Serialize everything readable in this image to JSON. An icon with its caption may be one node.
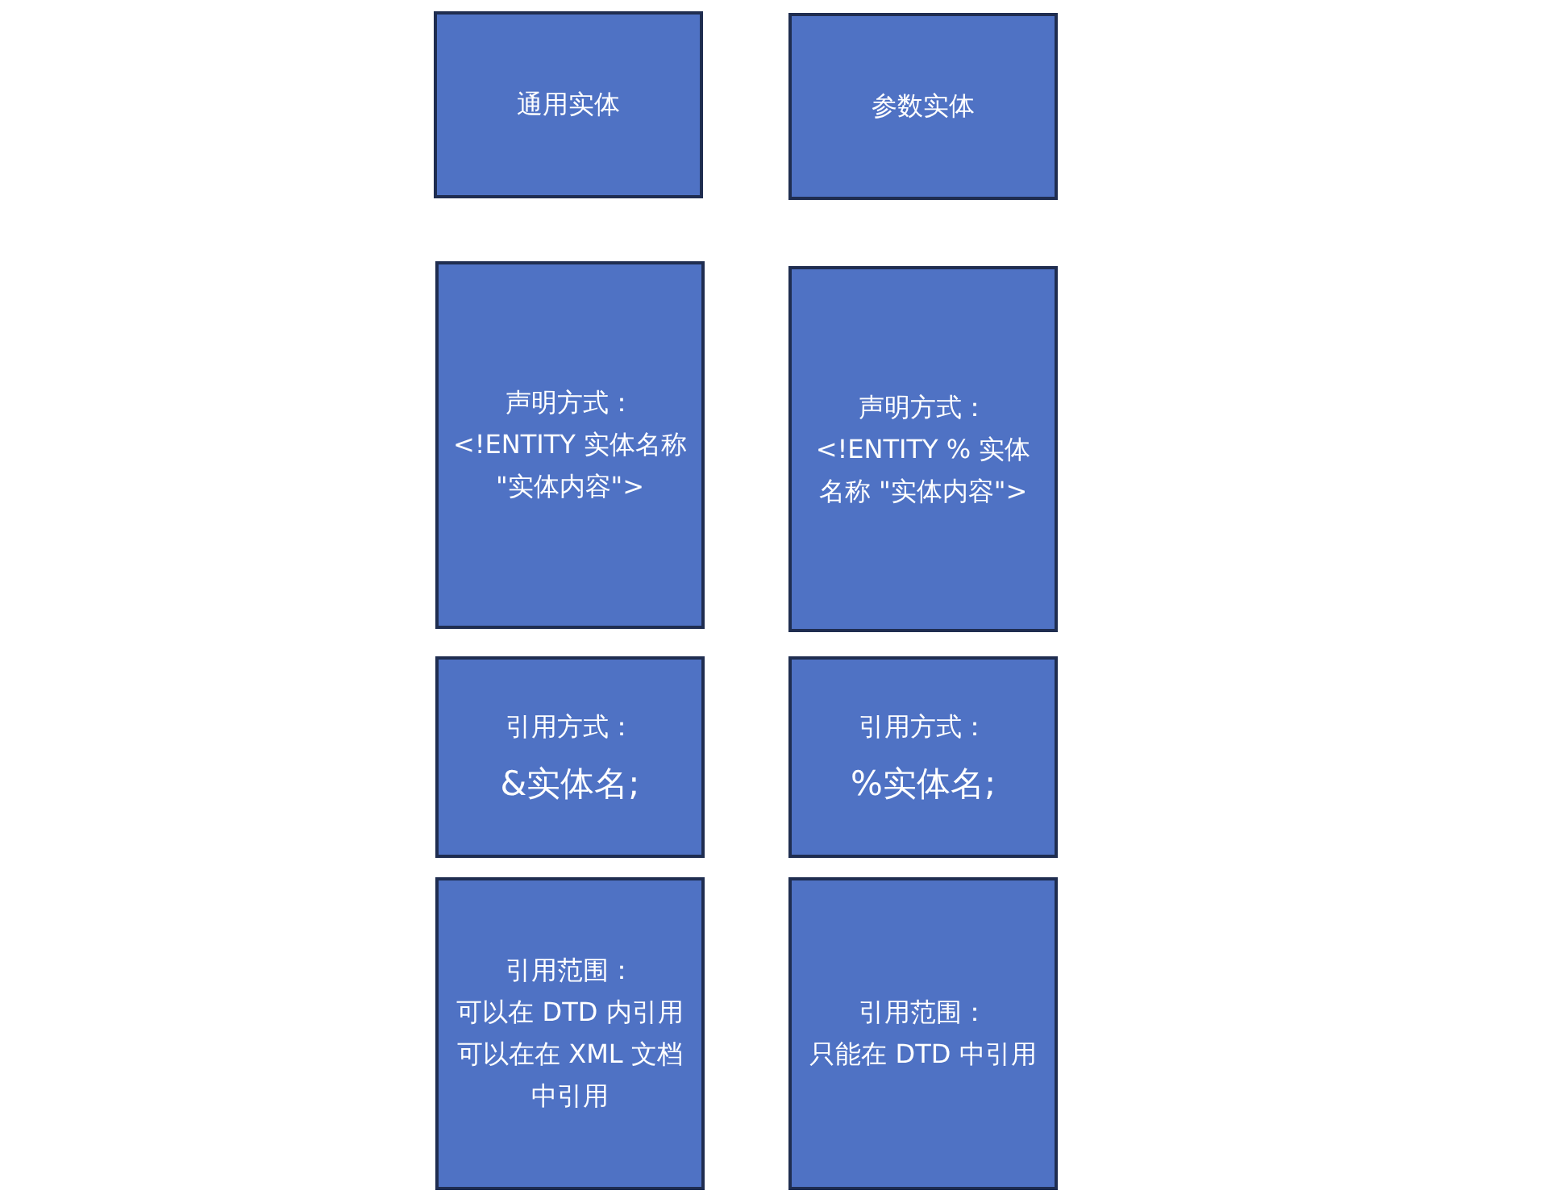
{
  "diagram": {
    "nodes": [
      {
        "text": [
          "通用实体"
        ]
      },
      {
        "text": [
          "参数实体"
        ]
      },
      {
        "text": [
          "声明方式：",
          "<!ENTITY 实体名称 \"实体内容\">"
        ]
      },
      {
        "text": [
          "声明方式：",
          "<!ENTITY % 实体名称 \"实体内容\">"
        ]
      },
      {
        "text": [
          "引用方式：",
          "&实体名;"
        ]
      },
      {
        "text": [
          "引用方式：",
          "%实体名;"
        ]
      },
      {
        "text": [
          "引用范围：",
          "可以在 DTD 内引用",
          "可以在在 XML 文档中引用"
        ]
      },
      {
        "text": [
          "引用范围：",
          "只能在 DTD 中引用"
        ]
      }
    ]
  }
}
